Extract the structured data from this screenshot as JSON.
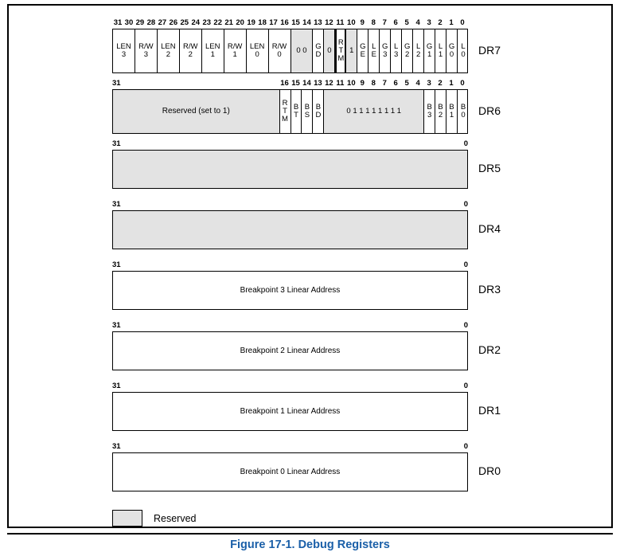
{
  "figure": {
    "caption": "Figure 17-1.  Debug Registers",
    "caption_color": "#1a5fa8",
    "reserved_color": "#e3e3e3"
  },
  "legend": {
    "swatch_name": "reserved-swatch",
    "label": "Reserved"
  },
  "bit_ruler": {
    "full": [
      "31",
      "30",
      "29",
      "28",
      "27",
      "26",
      "25",
      "24",
      "23",
      "22",
      "21",
      "20",
      "19",
      "18",
      "17",
      "16",
      "15",
      "14",
      "13",
      "12",
      "11",
      "10",
      "9",
      "8",
      "7",
      "6",
      "5",
      "4",
      "3",
      "2",
      "1",
      "0"
    ],
    "dr6": [
      "16",
      "15",
      "14",
      "13",
      "12",
      "11",
      "10",
      "9",
      "8",
      "7",
      "6",
      "5",
      "4",
      "3",
      "2",
      "1",
      "0"
    ],
    "left_edge": "31",
    "right_edge": "0"
  },
  "registers": [
    {
      "name": "DR7",
      "label": "DR7",
      "ruler": "full",
      "fields": [
        {
          "text": "LEN\n3",
          "bits": [
            31,
            30
          ],
          "shaded": false
        },
        {
          "text": "R/W\n3",
          "bits": [
            29,
            28
          ],
          "shaded": false
        },
        {
          "text": "LEN\n2",
          "bits": [
            27,
            26
          ],
          "shaded": false
        },
        {
          "text": "R/W\n2",
          "bits": [
            25,
            24
          ],
          "shaded": false
        },
        {
          "text": "LEN\n1",
          "bits": [
            23,
            22
          ],
          "shaded": false
        },
        {
          "text": "R/W\n1",
          "bits": [
            21,
            20
          ],
          "shaded": false
        },
        {
          "text": "LEN\n0",
          "bits": [
            19,
            18
          ],
          "shaded": false
        },
        {
          "text": "R/W\n0",
          "bits": [
            17,
            16
          ],
          "shaded": false
        },
        {
          "text": "0  0",
          "bits": [
            15,
            14
          ],
          "shaded": true
        },
        {
          "text": "G\nD",
          "bits": [
            13,
            13
          ],
          "shaded": false
        },
        {
          "text": "0",
          "bits": [
            12,
            12
          ],
          "shaded": true
        },
        {
          "text": "R\nT\nM",
          "bits": [
            11,
            11
          ],
          "shaded": false,
          "thick": true
        },
        {
          "text": "1",
          "bits": [
            10,
            10
          ],
          "shaded": true
        },
        {
          "text": "G\nE",
          "bits": [
            9,
            9
          ],
          "shaded": false
        },
        {
          "text": "L\nE",
          "bits": [
            8,
            8
          ],
          "shaded": false
        },
        {
          "text": "G\n3",
          "bits": [
            7,
            7
          ],
          "shaded": false
        },
        {
          "text": "L\n3",
          "bits": [
            6,
            6
          ],
          "shaded": false
        },
        {
          "text": "G\n2",
          "bits": [
            5,
            5
          ],
          "shaded": false
        },
        {
          "text": "L\n2",
          "bits": [
            4,
            4
          ],
          "shaded": false
        },
        {
          "text": "G\n1",
          "bits": [
            3,
            3
          ],
          "shaded": false
        },
        {
          "text": "L\n1",
          "bits": [
            2,
            2
          ],
          "shaded": false
        },
        {
          "text": "G\n0",
          "bits": [
            1,
            1
          ],
          "shaded": false
        },
        {
          "text": "L\n0",
          "bits": [
            0,
            0
          ],
          "shaded": false
        }
      ]
    },
    {
      "name": "DR6",
      "label": "DR6",
      "ruler": "dr6",
      "fields": [
        {
          "text": "Reserved (set to 1)",
          "bits": [
            31,
            17
          ],
          "shaded": true,
          "wide": true
        },
        {
          "text": "R\nT\nM",
          "bits": [
            16,
            16
          ],
          "shaded": false
        },
        {
          "text": "B\nT",
          "bits": [
            15,
            15
          ],
          "shaded": false
        },
        {
          "text": "B\nS",
          "bits": [
            14,
            14
          ],
          "shaded": false
        },
        {
          "text": "B\nD",
          "bits": [
            13,
            13
          ],
          "shaded": false
        },
        {
          "text": "0  1  1   1  1  1   1  1  1",
          "bits": [
            12,
            4
          ],
          "shaded": true
        },
        {
          "text": "B\n3",
          "bits": [
            3,
            3
          ],
          "shaded": false
        },
        {
          "text": "B\n2",
          "bits": [
            2,
            2
          ],
          "shaded": false
        },
        {
          "text": "B\n1",
          "bits": [
            1,
            1
          ],
          "shaded": false
        },
        {
          "text": "B\n0",
          "bits": [
            0,
            0
          ],
          "shaded": false
        }
      ]
    },
    {
      "name": "DR5",
      "label": "DR5",
      "ruler": "edges",
      "blank": true,
      "shaded": true,
      "center_text": ""
    },
    {
      "name": "DR4",
      "label": "DR4",
      "ruler": "edges",
      "blank": true,
      "shaded": true,
      "center_text": ""
    },
    {
      "name": "DR3",
      "label": "DR3",
      "ruler": "edges",
      "blank": true,
      "shaded": false,
      "center_text": "Breakpoint 3 Linear Address"
    },
    {
      "name": "DR2",
      "label": "DR2",
      "ruler": "edges",
      "blank": true,
      "shaded": false,
      "center_text": "Breakpoint 2 Linear Address"
    },
    {
      "name": "DR1",
      "label": "DR1",
      "ruler": "edges",
      "blank": true,
      "shaded": false,
      "center_text": "Breakpoint 1 Linear Address"
    },
    {
      "name": "DR0",
      "label": "DR0",
      "ruler": "edges",
      "blank": true,
      "shaded": false,
      "center_text": "Breakpoint 0 Linear Address"
    }
  ]
}
